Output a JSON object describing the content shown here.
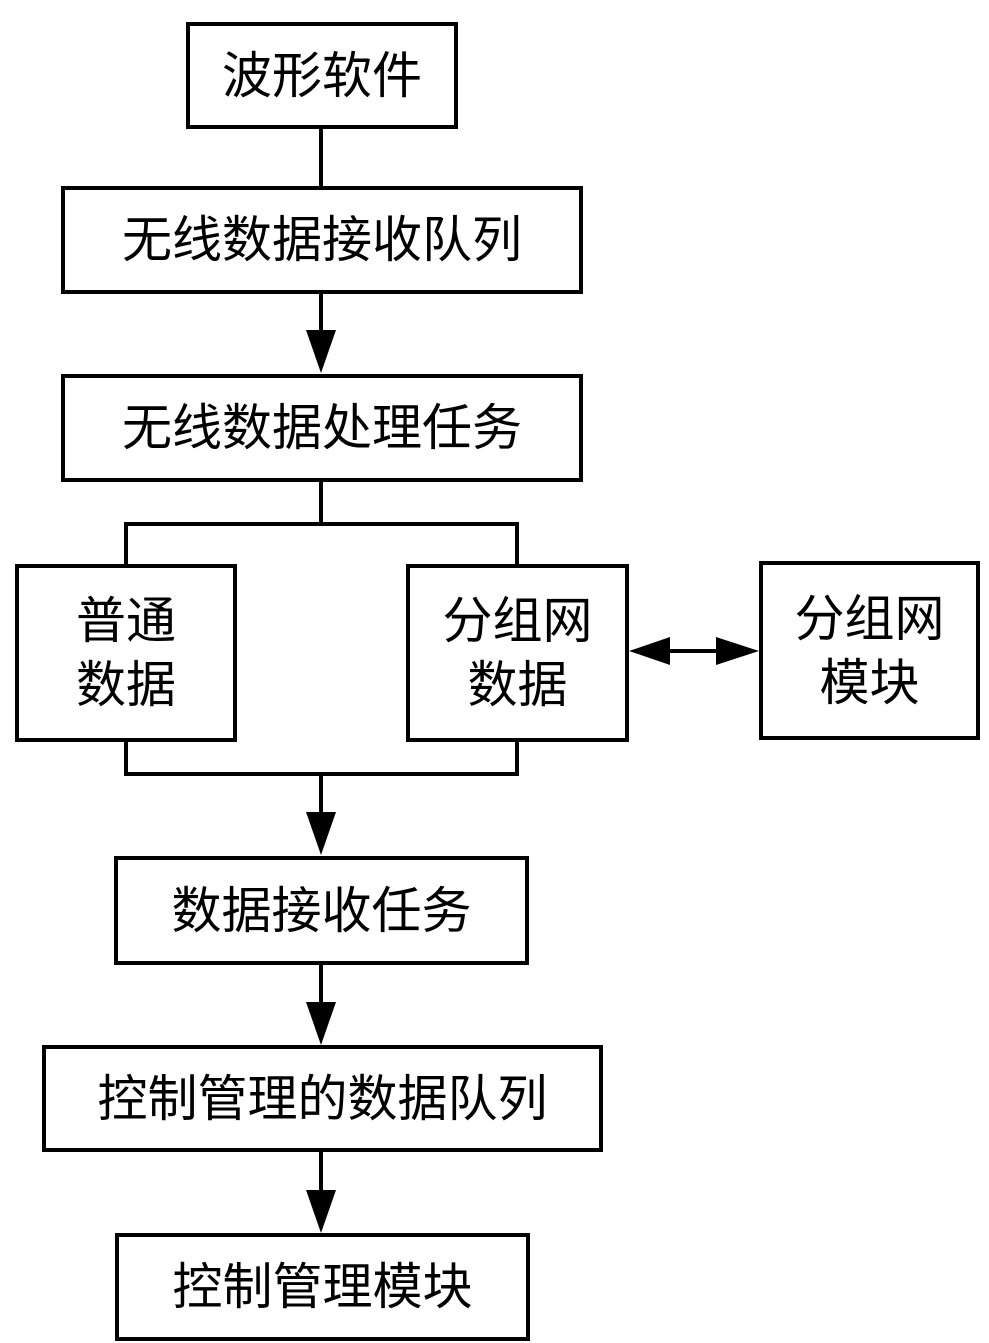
{
  "nodes": {
    "waveform_software": "波形软件",
    "wireless_rx_queue": "无线数据接收队列",
    "wireless_proc_task": "无线数据处理任务",
    "normal_data": "普通\n数据",
    "group_net_data": "分组网\n数据",
    "group_net_module": "分组网\n模块",
    "data_rx_task": "数据接收任务",
    "ctrl_mgmt_queue": "控制管理的数据队列",
    "ctrl_mgmt_module": "控制管理模块"
  },
  "colors": {
    "stroke": "#000000",
    "fill": "#ffffff"
  }
}
